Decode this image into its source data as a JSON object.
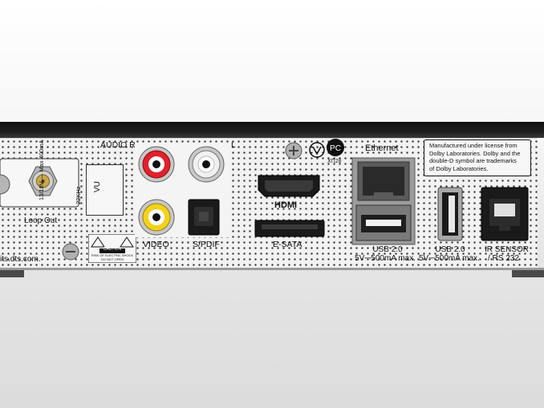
{
  "labels": {
    "audio_r": "AUDIO R",
    "audio_l": "L",
    "ethernet": "Ethernet",
    "dolby_notice": [
      "Manufactured under license from",
      "Dolby Laboratories. Dolby and the",
      "double-D symbol are trademarks",
      "of Dolby Laboratories."
    ],
    "xp28": "XП28",
    "loop_out": "Loop Out",
    "lnb_spec": "13/18V — Max 400mA",
    "lnb_freq": "22KHz",
    "vu": "VU",
    "hdmi": "HDMI",
    "esata": "E-SATA",
    "video": "VIDEO",
    "spdif": "S/PDIF",
    "usb1_title": "USB 2.0",
    "usb1_spec": "5V⎓500mA max.",
    "usb2_title": "USB 2.0",
    "usb2_spec": "5V⎓500mA max.",
    "ir_sensor": "IR SENSOR",
    "rs232": "/ RS 232",
    "caution": "CAUTION",
    "caution_sub1": "RISK OF ELECTRIC SHOCK",
    "caution_sub2": "DO NOT OPEN",
    "website": "its.dts.com."
  },
  "colors": {
    "panel": "#f2f2f2",
    "rim": "#111111",
    "rca_red": "#e0202a",
    "rca_yellow": "#f2d21a",
    "rca_white": "#f0f0f0",
    "connector_dark": "#1a1a1a",
    "metal": "#a0a0a0"
  }
}
